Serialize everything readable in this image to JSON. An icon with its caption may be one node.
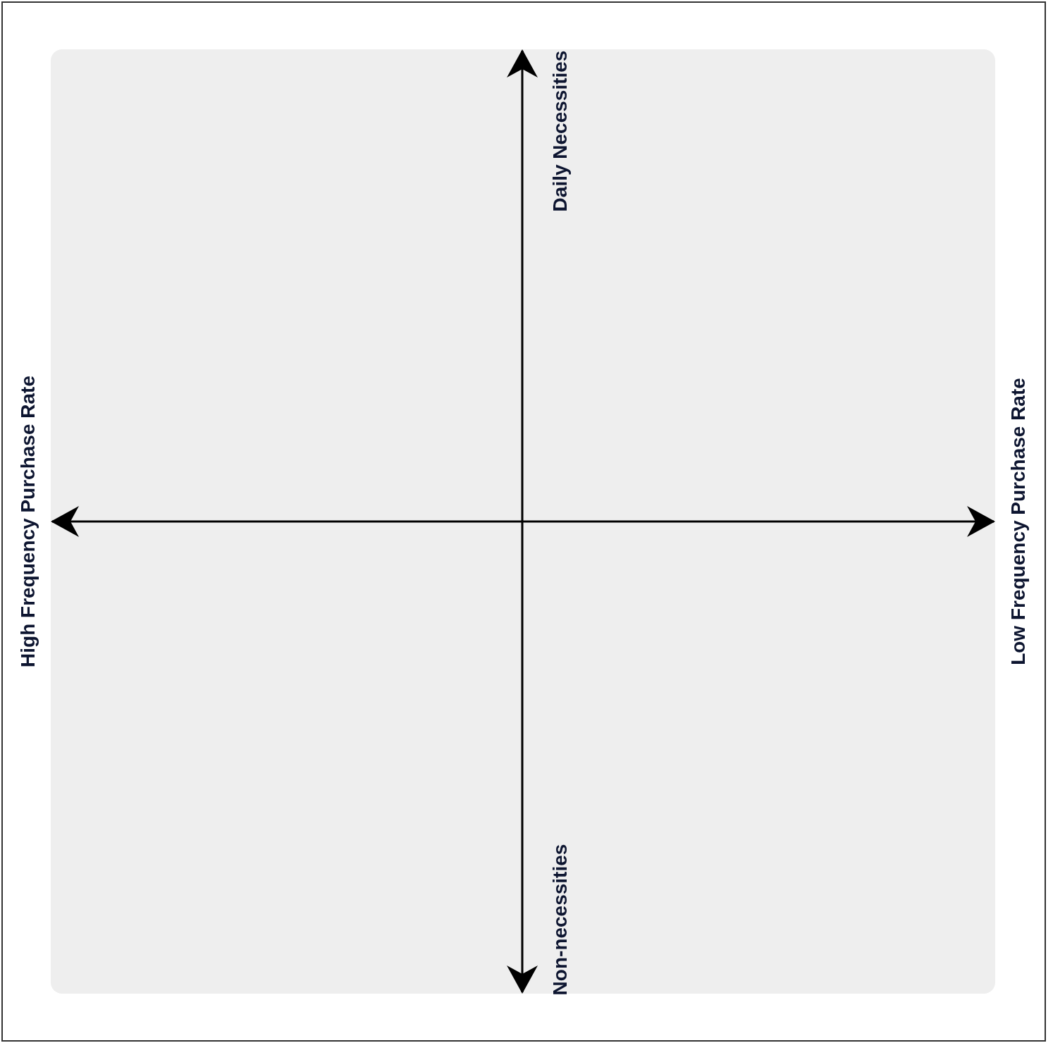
{
  "diagram": {
    "labels": [
      "Daily Necessities",
      "High Frequency Purchase Rate",
      "Low Frequency Purchase Rate",
      "Non-necessities"
    ]
  }
}
